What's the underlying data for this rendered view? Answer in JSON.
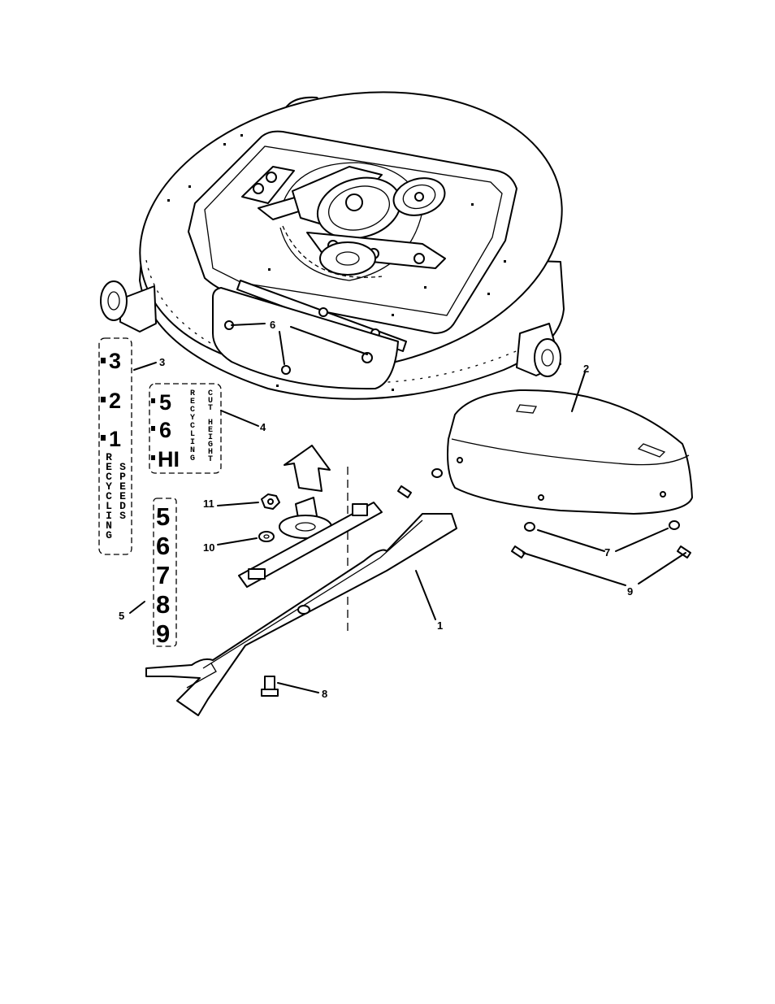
{
  "callouts": [
    {
      "id": "1",
      "label": "1"
    },
    {
      "id": "2",
      "label": "2"
    },
    {
      "id": "3",
      "label": "3"
    },
    {
      "id": "4",
      "label": "4"
    },
    {
      "id": "5",
      "label": "5"
    },
    {
      "id": "6",
      "label": "6"
    },
    {
      "id": "7",
      "label": "7"
    },
    {
      "id": "8",
      "label": "8"
    },
    {
      "id": "9",
      "label": "9"
    },
    {
      "id": "10",
      "label": "10"
    },
    {
      "id": "11",
      "label": "11"
    }
  ],
  "decal_recycling_speeds": {
    "settings": [
      "3",
      "2",
      "1"
    ],
    "caption_left": "RECYCLING",
    "caption_right": "SPEEDS"
  },
  "decal_cut_height": {
    "settings": [
      "5",
      "6",
      "HI"
    ],
    "caption_left": "RECYCLING",
    "caption_right": "CUT HEIGHT"
  },
  "decal_numbers": {
    "values": [
      "5",
      "6",
      "7",
      "8",
      "9"
    ]
  }
}
